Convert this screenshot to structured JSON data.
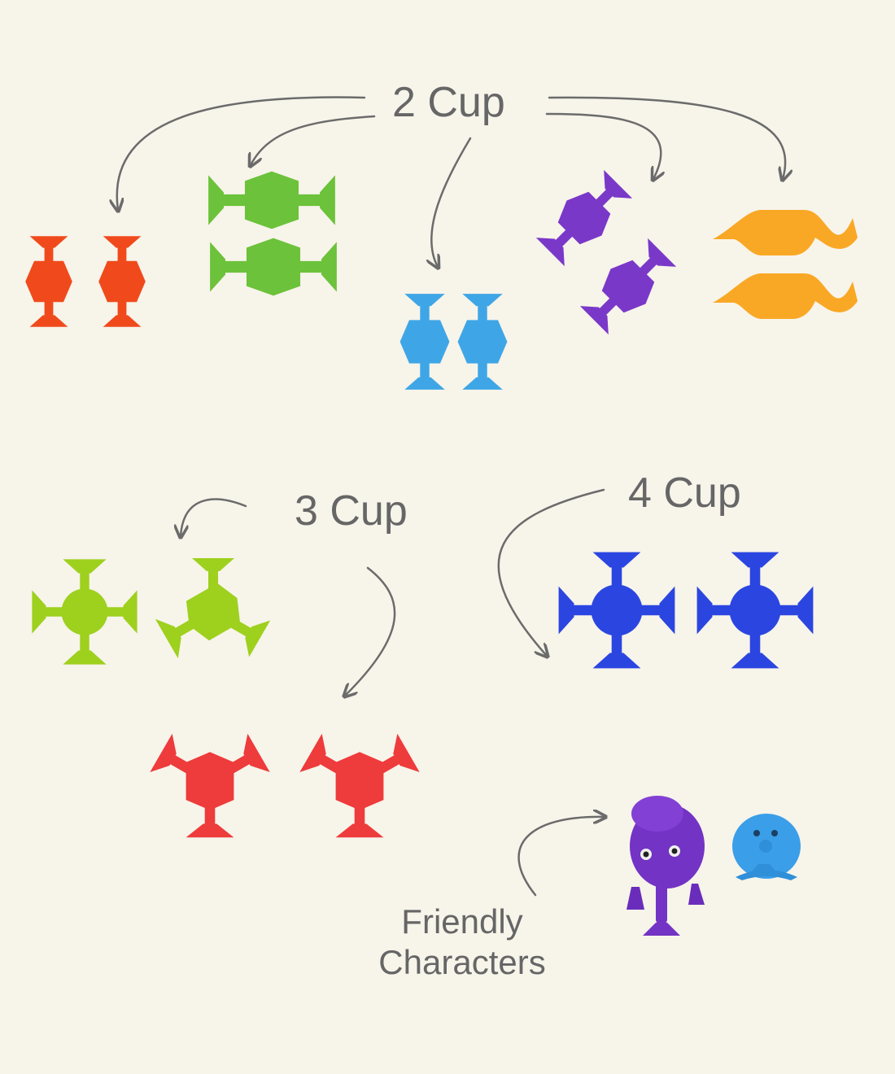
{
  "labels": {
    "two_cup": "2 Cup",
    "three_cup": "3 Cup",
    "four_cup": "4 Cup",
    "friendly_line1": "Friendly",
    "friendly_line2": "Characters"
  },
  "colors": {
    "background": "#f7f4ea",
    "label": "#666666",
    "arrow": "#6b6b6b",
    "orange_red": "#f04a1c",
    "green": "#6cc23a",
    "sky_blue": "#3ea6e6",
    "purple": "#7a38c8",
    "orange_yellow": "#f9a825",
    "lime": "#9ed01e",
    "red": "#ee3b3b",
    "royal_blue": "#2b46e0",
    "character_purple": "#7333c4",
    "character_blue": "#3a9ee8"
  },
  "groups": [
    {
      "name": "2 Cup",
      "pieces": [
        "orange-red",
        "green",
        "sky-blue",
        "purple",
        "orange-yellow"
      ]
    },
    {
      "name": "3 Cup",
      "pieces": [
        "lime",
        "red"
      ]
    },
    {
      "name": "4 Cup",
      "pieces": [
        "royal-blue"
      ]
    },
    {
      "name": "Friendly Characters",
      "pieces": [
        "purple-elephant",
        "blue-octopus"
      ]
    }
  ]
}
